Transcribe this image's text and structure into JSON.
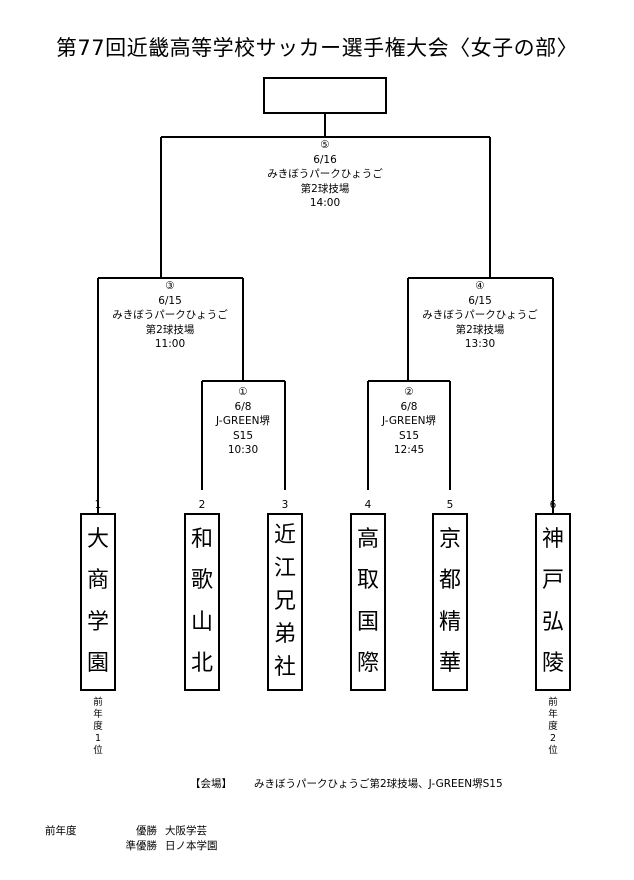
{
  "title": "第77回近畿高等学校サッカー選手権大会〈女子の部〉",
  "matches": {
    "m5": {
      "no": "⑤",
      "date": "6/16",
      "venue": "みきぼうパークひょうご",
      "field": "第2球技場",
      "time": "14:00"
    },
    "m3": {
      "no": "③",
      "date": "6/15",
      "venue": "みきぼうパークひょうご",
      "field": "第2球技場",
      "time": "11:00"
    },
    "m4": {
      "no": "④",
      "date": "6/15",
      "venue": "みきぼうパークひょうご",
      "field": "第2球技場",
      "time": "13:30"
    },
    "m1": {
      "no": "①",
      "date": "6/8",
      "venue": "J-GREEN堺",
      "field": "S15",
      "time": "10:30"
    },
    "m2": {
      "no": "②",
      "date": "6/8",
      "venue": "J-GREEN堺",
      "field": "S15",
      "time": "12:45"
    }
  },
  "teams": [
    {
      "seed": "1",
      "chars": [
        "大",
        "商",
        "学",
        "園"
      ],
      "prev": [
        "前",
        "年",
        "度",
        "1",
        "位"
      ]
    },
    {
      "seed": "2",
      "chars": [
        "和",
        "歌",
        "山",
        "北"
      ],
      "prev": []
    },
    {
      "seed": "3",
      "chars": [
        "近",
        "江",
        "兄",
        "弟",
        "社"
      ],
      "prev": []
    },
    {
      "seed": "4",
      "chars": [
        "高",
        "取",
        "国",
        "際"
      ],
      "prev": []
    },
    {
      "seed": "5",
      "chars": [
        "京",
        "都",
        "精",
        "華"
      ],
      "prev": []
    },
    {
      "seed": "6",
      "chars": [
        "神",
        "戸",
        "弘",
        "陵"
      ],
      "prev": [
        "前",
        "年",
        "度",
        "2",
        "位"
      ]
    }
  ],
  "venue_note": {
    "label": "【会場】",
    "text": "みきぼうパークひょうご第2球技場、J-GREEN堺S15"
  },
  "previous_results": {
    "heading": "前年度",
    "rows": [
      {
        "rank": "優勝",
        "school": "大阪学芸"
      },
      {
        "rank": "準優勝",
        "school": "日ノ本学園"
      }
    ]
  }
}
